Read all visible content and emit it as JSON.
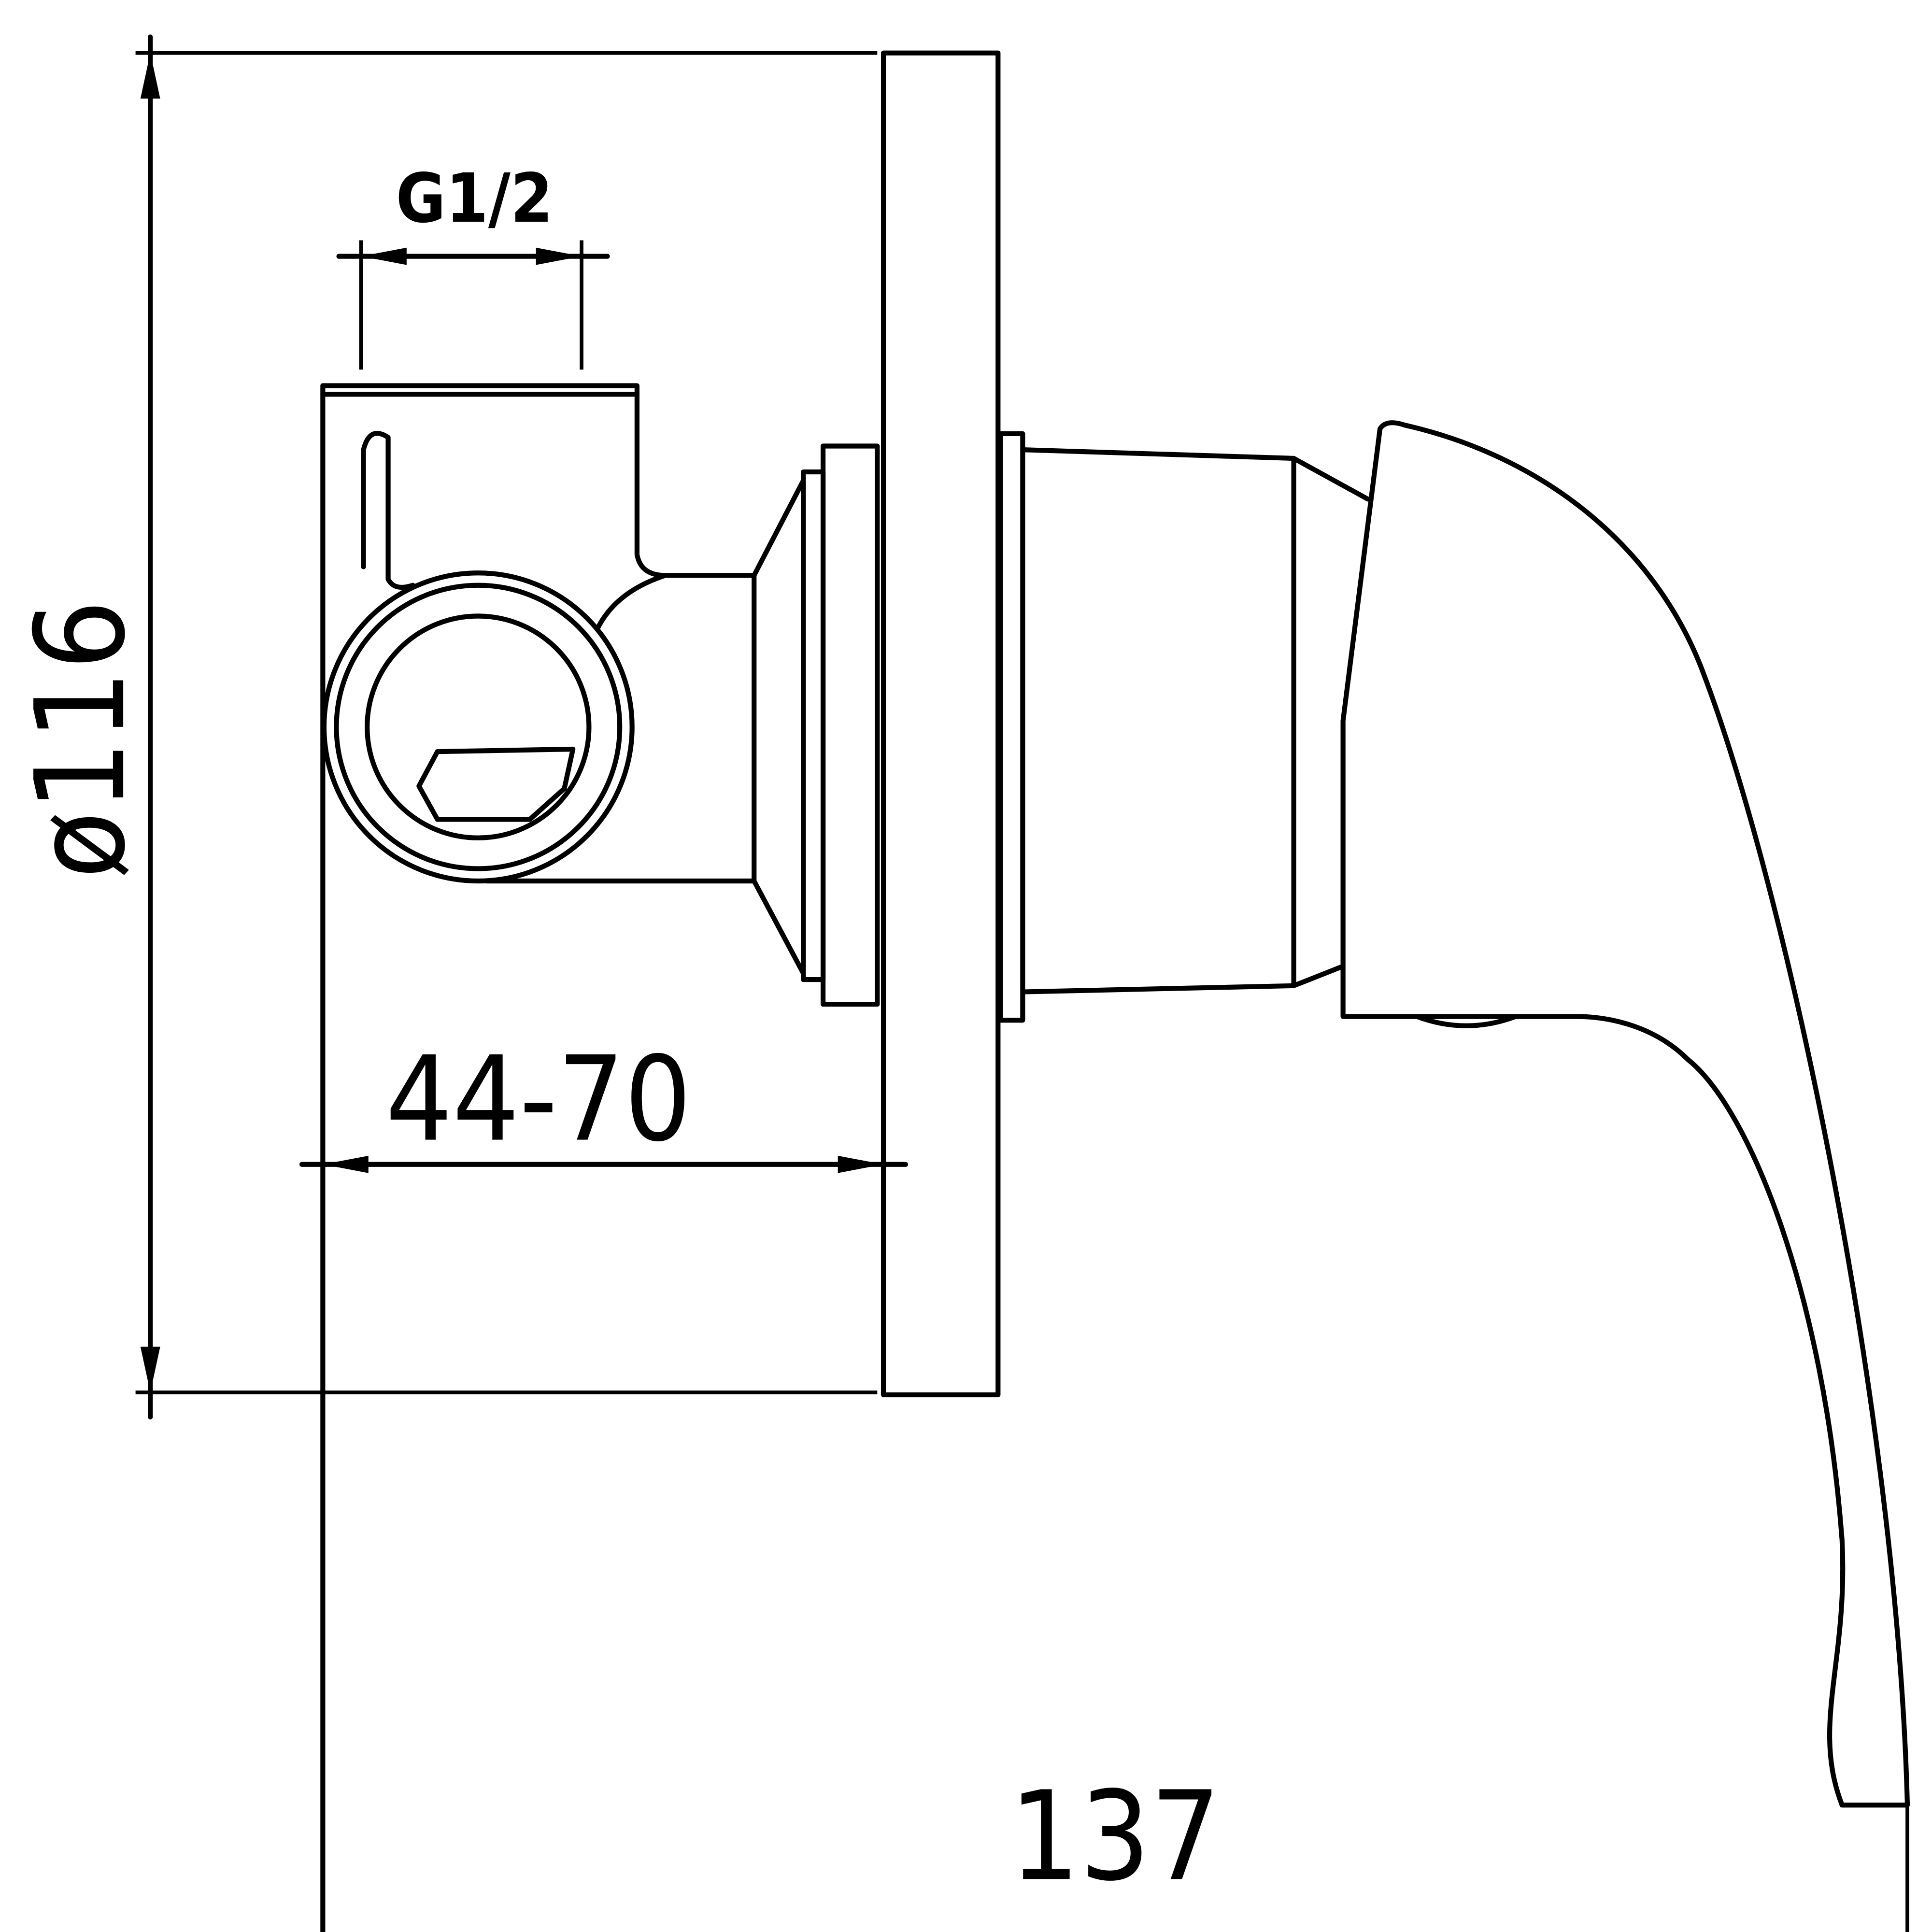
{
  "drawing": {
    "title": "Concealed single-lever mixer side view",
    "dimensions": {
      "thread": "G1/2",
      "diameter": "ø116",
      "wall_depth": "44-70",
      "total_depth": "137"
    },
    "line_color": "#000000",
    "background_color": "#ffffff"
  }
}
